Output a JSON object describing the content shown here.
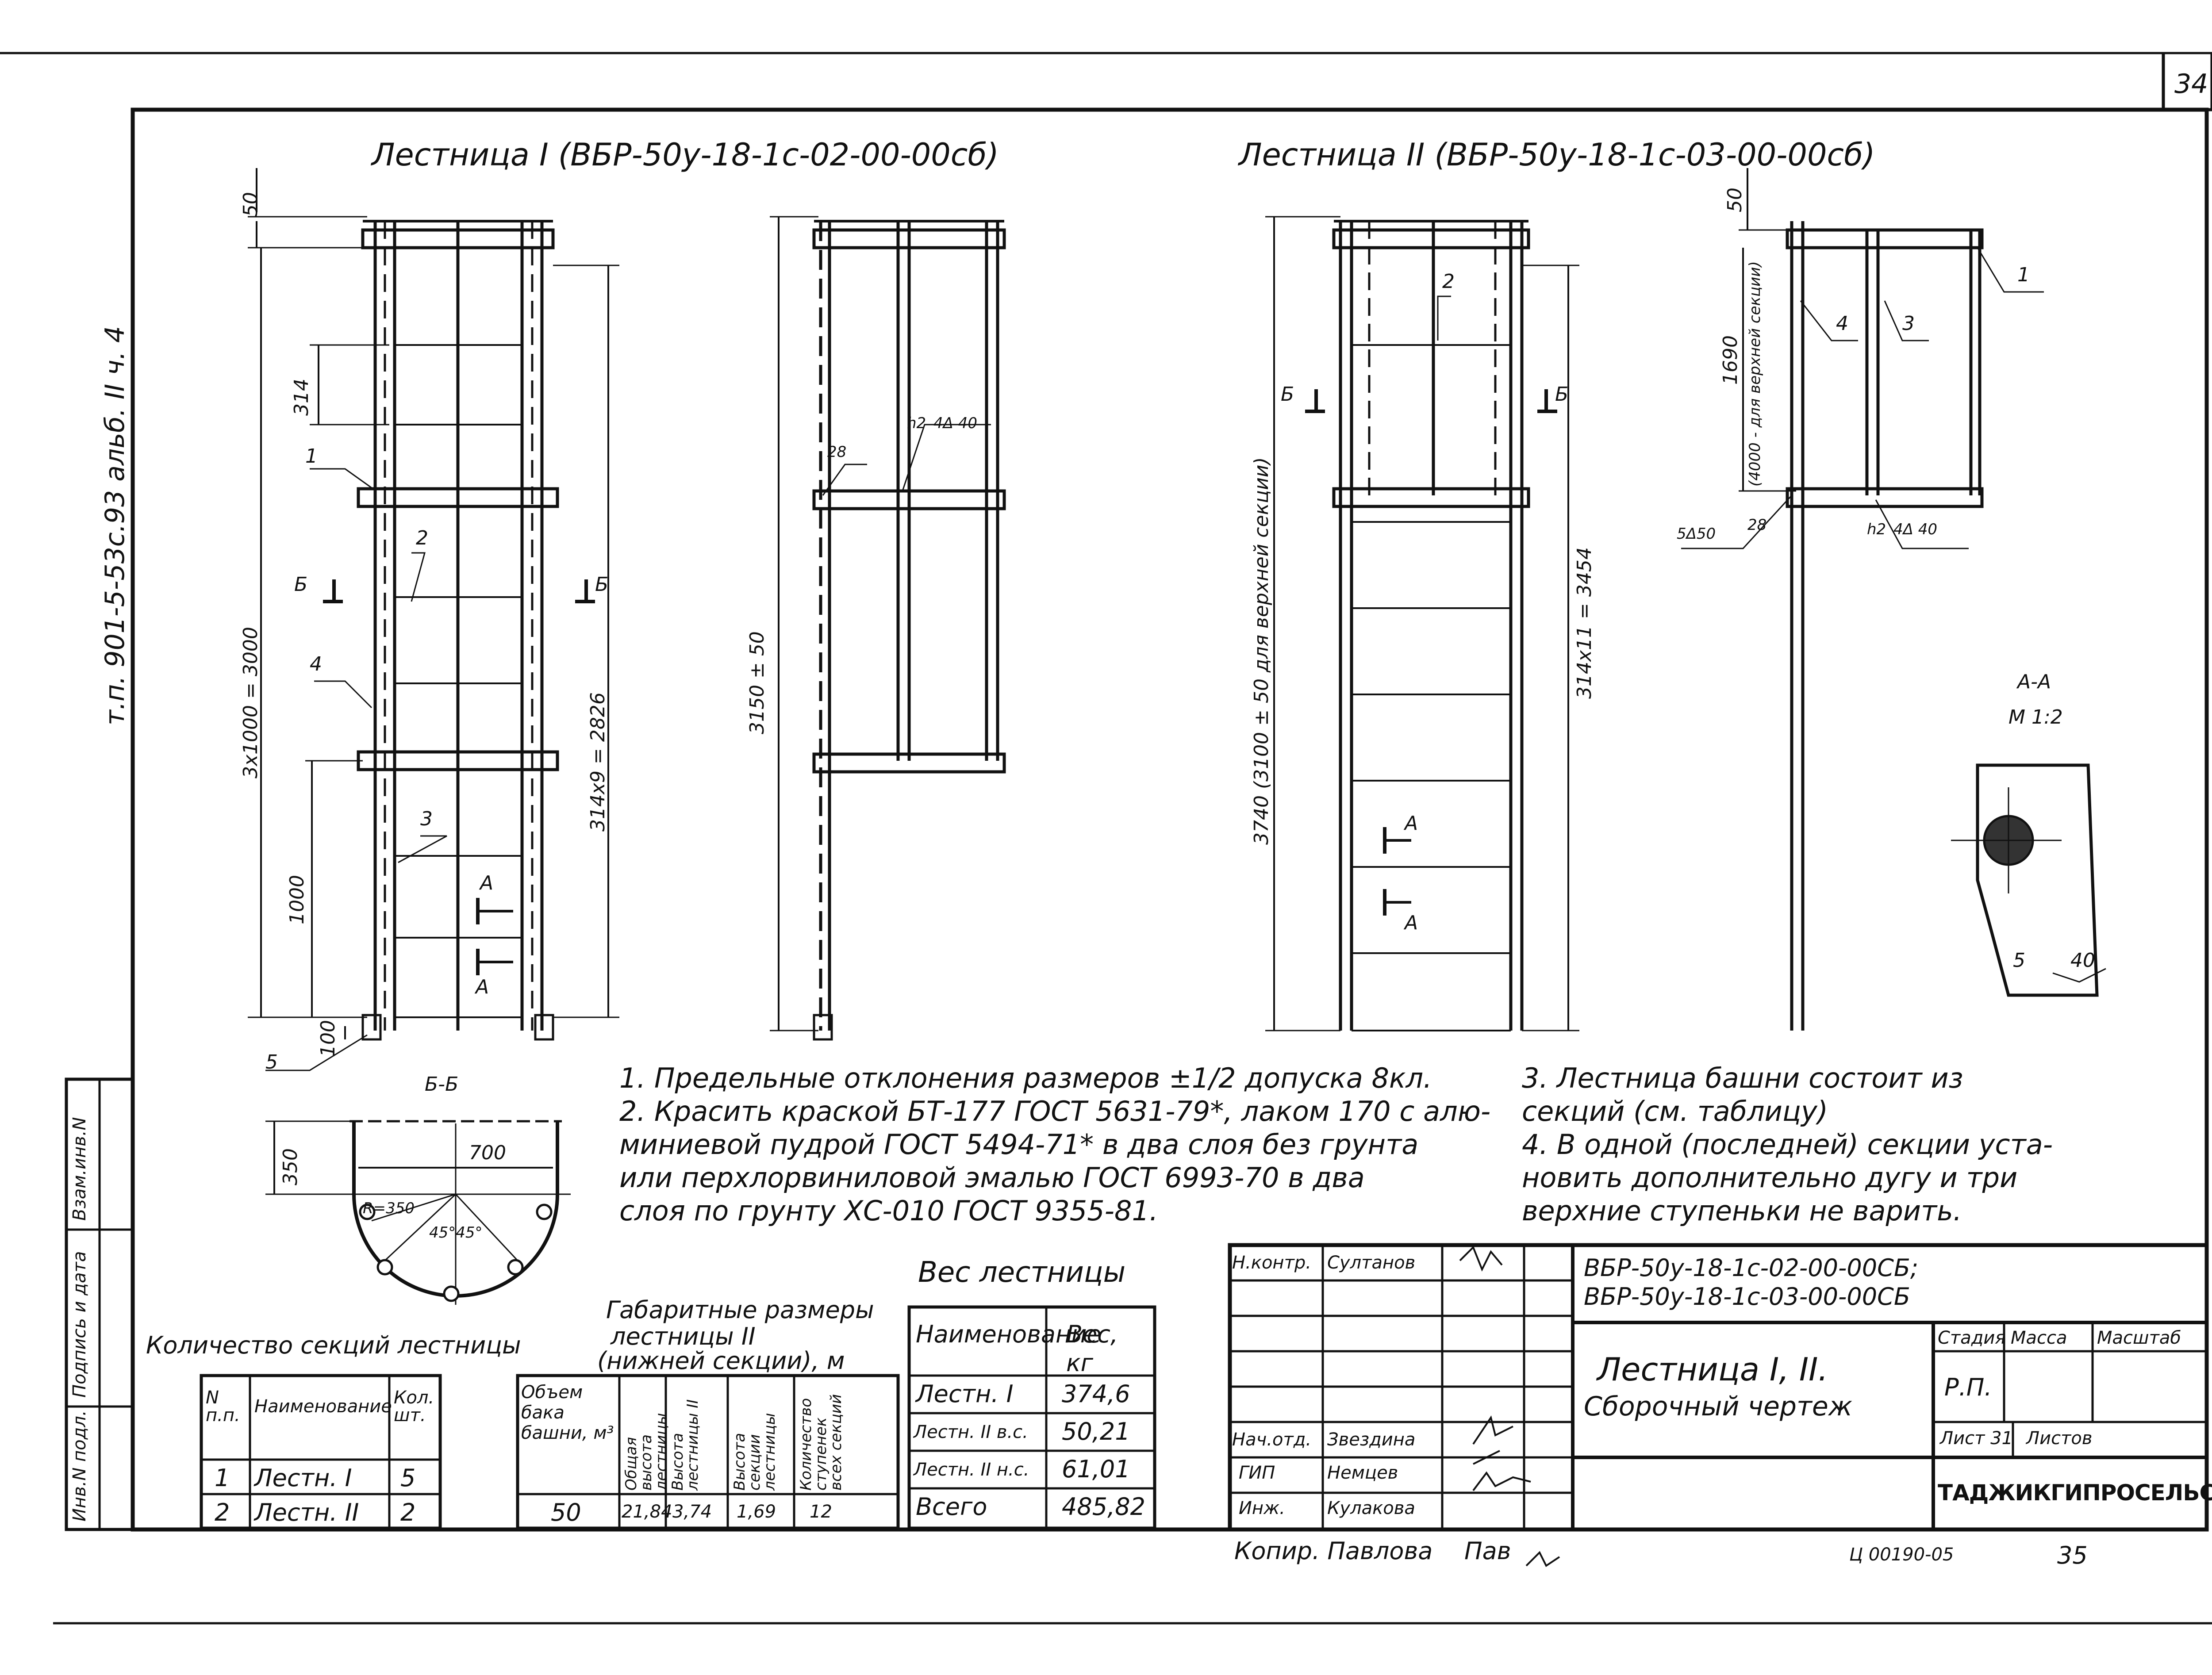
{
  "sheet": {
    "page_number": "34",
    "top_left_code": "т.п. 901-5-53с.93   альб. II   ч. 4"
  },
  "views": {
    "ladder1_title": "Лестница I (ВБР-50у-18-1с-02-00-00сб)",
    "ladder2_title": "Лестница II (ВБР-50у-18-1с-03-00-00сб)",
    "section_bb": "Б-Б",
    "section_aa": "А-А",
    "section_aa_scale": "М 1:2"
  },
  "dimensions": {
    "d50_top_left": "50",
    "d314": "314",
    "d3x1000": "3x1000 = 3000",
    "d1000": "1000",
    "d100": "100",
    "d5": "5",
    "d314x9": "314x9 = 2826",
    "d3150": "3150 ± 50",
    "d3740": "3740 (3100 ± 50 для верхней секции)",
    "d314x11": "314x11 = 3454",
    "d50_top_right": "50",
    "d1690": "1690",
    "d4000": "(4000 - для верхней секции)",
    "d350": "350",
    "d700": "700",
    "r350": "R=350",
    "ang45": "45°45°",
    "weld28_left": "28",
    "weld_h2_left": "h2",
    "weld_4_40_left": "4Δ 40",
    "weld_5_50": "5Δ50",
    "weld28_right": "28",
    "weld_h2_right": "h2",
    "weld_4_40_right": "4Δ 40",
    "weld_5_40": "5",
    "weld_40": "40"
  },
  "callouts": {
    "c1": "1",
    "c2": "2",
    "c3": "3",
    "c4": "4",
    "c2_right": "2",
    "c1_right": "1",
    "c4_right": "4",
    "c3_right": "3",
    "b_left": "Б",
    "b_right": "Б",
    "b2_left": "Б",
    "b2_right": "Б",
    "a1": "А",
    "a2": "А",
    "a3": "А",
    "a4": "А"
  },
  "notes": {
    "n1": "1. Предельные отклонения размеров ±1/2 допуска 8кл.",
    "n2a": "2. Красить краской БТ-177 ГОСТ 5631-79*, лаком 170 с алю-",
    "n2b": "миниевой пудрой ГОСТ 5494-71* в два слоя без грунта",
    "n2c": "или перхлорвиниловой эмалью ГОСТ 6993-70 в два",
    "n2d": "слоя по грунту ХС-010 ГОСТ 9355-81.",
    "n3a": "3. Лестница   башни состоит из",
    "n3b": "секций (см. таблицу)",
    "n4a": "4. В одной (последней) секции уста-",
    "n4b": "новить дополнительно дугу и три",
    "n4c": "верхние ступеньки не варить."
  },
  "sections_table": {
    "title": "Количество секций лестницы",
    "headers": [
      "N п.п.",
      "Наименование",
      "Кол. шт."
    ],
    "rows": [
      [
        "1",
        "Лестн. I",
        "5"
      ],
      [
        "2",
        "Лестн. II",
        "2"
      ]
    ]
  },
  "dims_table": {
    "title_a": "Габаритные размеры",
    "title_b": "лестницы II",
    "title_c": "(нижней секции), м",
    "headers": [
      "Объем бака башни, м³",
      "Общая высота лестницы",
      "Высота лестницы II",
      "Высота секции лестницы",
      "Количество ступенек всех секций"
    ],
    "row": [
      "50",
      "21,84",
      "3,74",
      "1,69",
      "12"
    ]
  },
  "weight_table": {
    "title": "Вес лестницы",
    "headers": [
      "Наименование",
      "Вес, кг"
    ],
    "rows": [
      [
        "Лестн. I",
        "374,6"
      ],
      [
        "Лестн. II в.с.",
        "50,21"
      ],
      [
        "Лестн. II н.с.",
        "61,01"
      ],
      [
        "Всего",
        "485,82"
      ]
    ]
  },
  "title_block": {
    "doc_code_1": "ВБР-50у-18-1с-02-00-00СБ;",
    "doc_code_2": "ВБР-50у-18-1с-03-00-00СБ",
    "name_1": "Лестница I, II.",
    "name_2": "Сборочный чертеж",
    "stage_label": "Стадия",
    "mass_label": "Масса",
    "scale_label": "Масштаб",
    "stage_value": "Р.П.",
    "sheet_label": "Лист 31",
    "sheets_label": "Листов",
    "org": "ТАДЖИКГИПРОСЕЛЬСТРОЙ",
    "roles": [
      {
        "role": "Н.контр.",
        "name": "Султанов"
      },
      {
        "role": "Нач.отд.",
        "name": "Звездина"
      },
      {
        "role": "ГИП",
        "name": "Немцев"
      },
      {
        "role": "Инж.",
        "name": "Кулакова"
      }
    ],
    "copier": "Копир. Павлова",
    "copier_sign": "Пав",
    "archive_code": "Ц 00190-05",
    "archive_page": "35"
  },
  "side_stamp": {
    "s1": "Инв.N подл.",
    "s2": "Подпись и дата",
    "s3": "Взам.инв.N"
  }
}
